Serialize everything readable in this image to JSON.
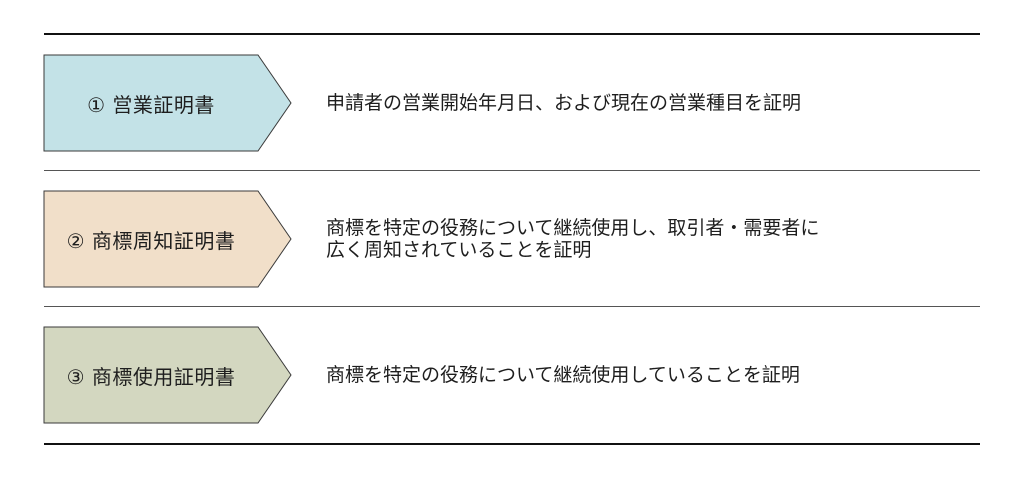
{
  "rows": [
    {
      "label": "① 営業証明書",
      "fill": "#c3e2e7",
      "lines": [
        "申請者の営業開始年月日、および現在の営業種目を証明"
      ]
    },
    {
      "label": "② 商標周知証明書",
      "fill": "#f1dfc9",
      "lines": [
        "商標を特定の役務について継続使用し、取引者・需要者に",
        "広く周知されていることを証明"
      ]
    },
    {
      "label": "③ 商標使用証明書",
      "fill": "#d3d7c0",
      "lines": [
        "商標を特定の役務について継続使用していることを証明"
      ]
    }
  ],
  "colors": {
    "outline": "#3a3a3a",
    "rule": "#111111"
  }
}
